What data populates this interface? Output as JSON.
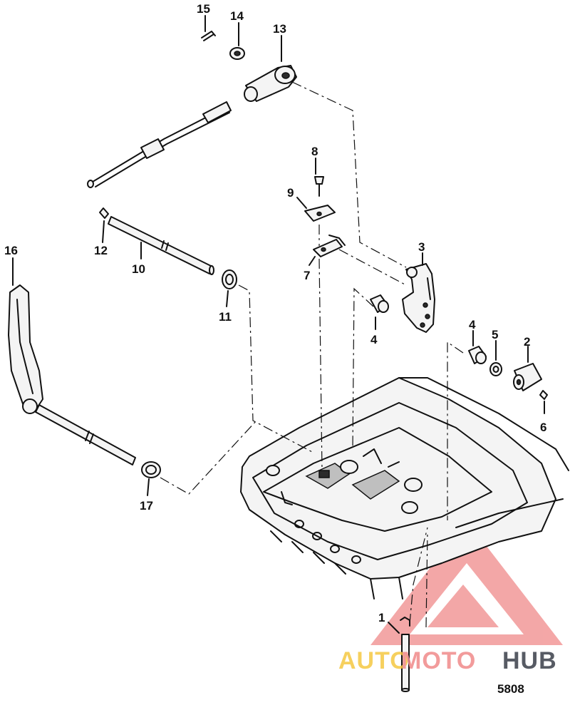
{
  "callouts": {
    "c1": "1",
    "c2": "2",
    "c3": "3",
    "c4a": "4",
    "c4b": "4",
    "c5": "5",
    "c6": "6",
    "c7": "7",
    "c8": "8",
    "c9": "9",
    "c10": "10",
    "c11": "11",
    "c12": "12",
    "c13": "13",
    "c14": "14",
    "c15": "15",
    "c16": "16",
    "c17": "17"
  },
  "figure_number": "5808",
  "watermark": {
    "part1": "AUTO",
    "part2": "MOTO",
    "part3": "HUB",
    "color_primary": "#f08a8a",
    "color_secondary": "#f5c842",
    "color_dark": "#3a3f4a"
  }
}
